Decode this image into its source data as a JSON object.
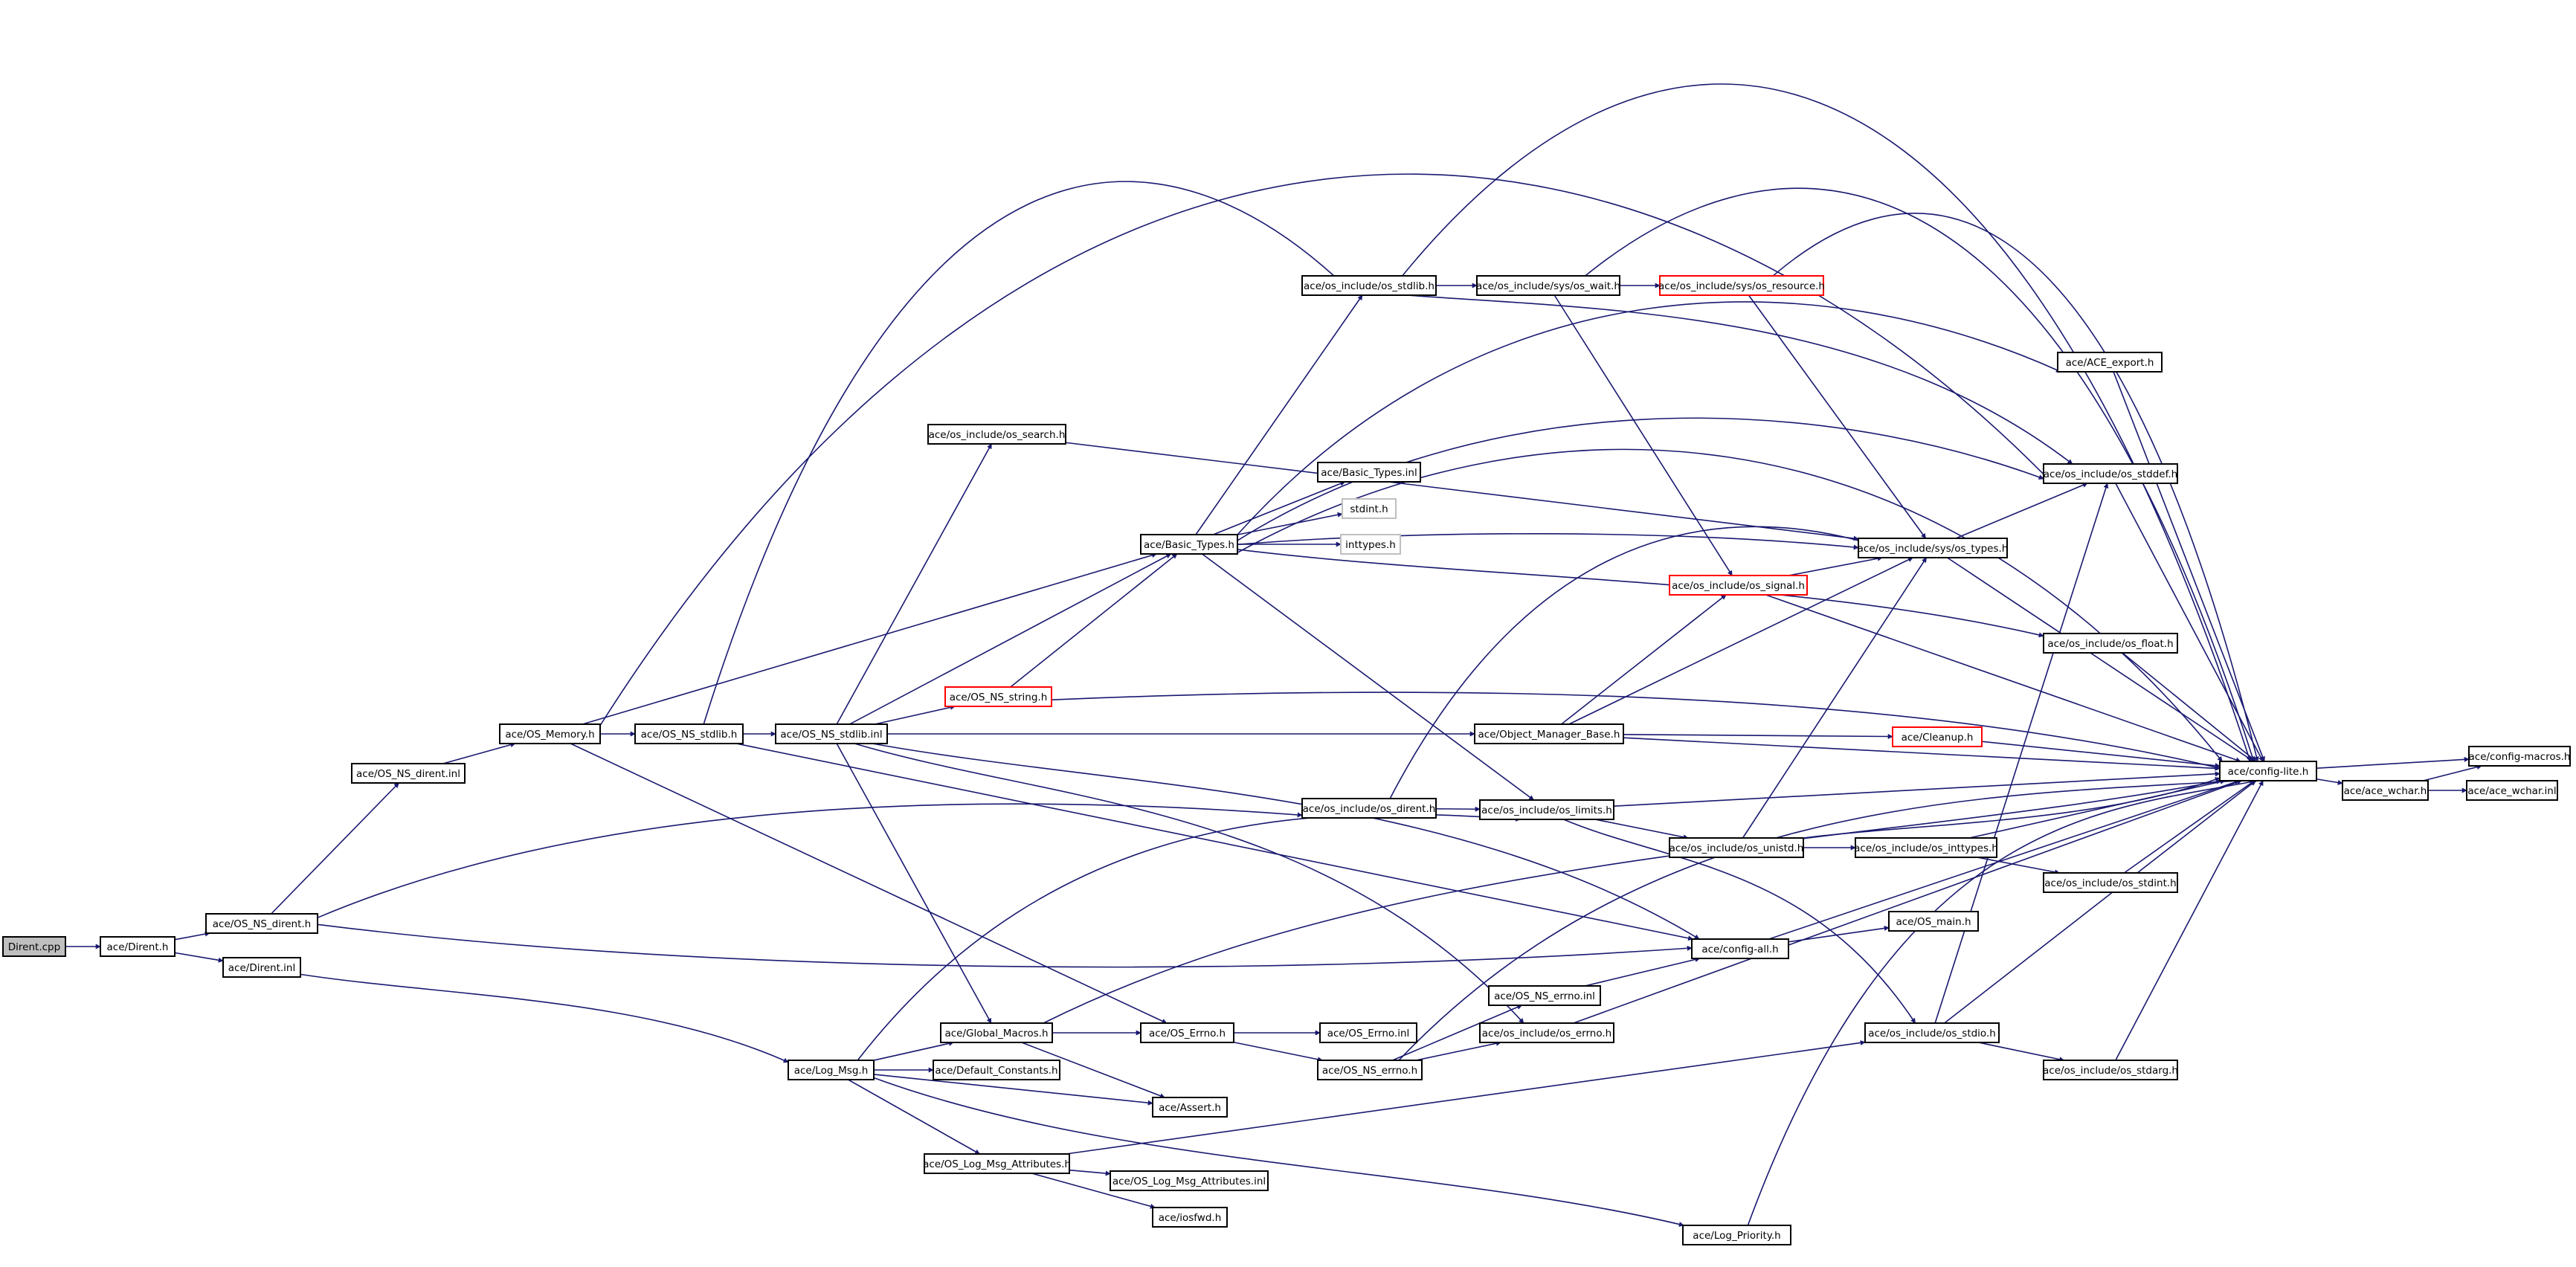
{
  "graph": {
    "colors": {
      "edge": "#191970",
      "node_border": "#000000",
      "node_fill": "#ffffff",
      "root_fill": "#bfbfbf",
      "incomplete_border": "#ff0000",
      "system_border": "#bfbfbf"
    },
    "nodes": {
      "dirent_cpp": "Dirent.cpp",
      "dirent_h": "ace/Dirent.h",
      "os_ns_dirent_h": "ace/OS_NS_dirent.h",
      "dirent_inl": "ace/Dirent.inl",
      "os_ns_dirent_inl": "ace/OS_NS_dirent.inl",
      "os_memory_h": "ace/OS_Memory.h",
      "os_ns_stdlib_h": "ace/OS_NS_stdlib.h",
      "os_ns_stdlib_inl": "ace/OS_NS_stdlib.inl",
      "os_search_h": "ace/os_include/os_search.h",
      "os_ns_string_h": "ace/OS_NS_string.h",
      "basic_types_h": "ace/Basic_Types.h",
      "basic_types_inl": "ace/Basic_Types.inl",
      "stdint_h": "stdint.h",
      "inttypes_h": "inttypes.h",
      "os_stdlib_h": "ace/os_include/os_stdlib.h",
      "os_wait_h": "ace/os_include/sys/os_wait.h",
      "os_resource_h": "ace/os_include/sys/os_resource.h",
      "ace_export_h": "ace/ACE_export.h",
      "os_stddef_h": "ace/os_include/os_stddef.h",
      "os_types_h": "ace/os_include/sys/os_types.h",
      "os_signal_h": "ace/os_include/os_signal.h",
      "os_float_h": "ace/os_include/os_float.h",
      "object_manager_base_h": "ace/Object_Manager_Base.h",
      "cleanup_h": "ace/Cleanup.h",
      "config_lite_h": "ace/config-lite.h",
      "config_macros_h": "ace/config-macros.h",
      "ace_wchar_h": "ace/ace_wchar.h",
      "ace_wchar_inl": "ace/ace_wchar.inl",
      "os_dirent_h": "ace/os_include/os_dirent.h",
      "os_limits_h": "ace/os_include/os_limits.h",
      "os_unistd_h": "ace/os_include/os_unistd.h",
      "os_inttypes_h": "ace/os_include/os_inttypes.h",
      "os_stdint_h": "ace/os_include/os_stdint.h",
      "config_all_h": "ace/config-all.h",
      "os_main_h": "ace/OS_main.h",
      "os_ns_errno_inl": "ace/OS_NS_errno.inl",
      "os_errno_h_inc": "ace/os_include/os_errno.h",
      "os_stdio_h": "ace/os_include/os_stdio.h",
      "os_stdarg_h": "ace/os_include/os_stdarg.h",
      "global_macros_h": "ace/Global_Macros.h",
      "os_errno_h": "ace/OS_Errno.h",
      "os_errno_inl": "ace/OS_Errno.inl",
      "os_ns_errno_h": "ace/OS_NS_errno.h",
      "log_msg_h": "ace/Log_Msg.h",
      "default_constants_h": "ace/Default_Constants.h",
      "assert_h": "ace/Assert.h",
      "os_log_msg_attributes_h": "ace/OS_Log_Msg_Attributes.h",
      "os_log_msg_attributes_inl": "ace/OS_Log_Msg_Attributes.inl",
      "iosfwd_h": "ace/iosfwd.h",
      "log_priority_h": "ace/Log_Priority.h"
    }
  }
}
